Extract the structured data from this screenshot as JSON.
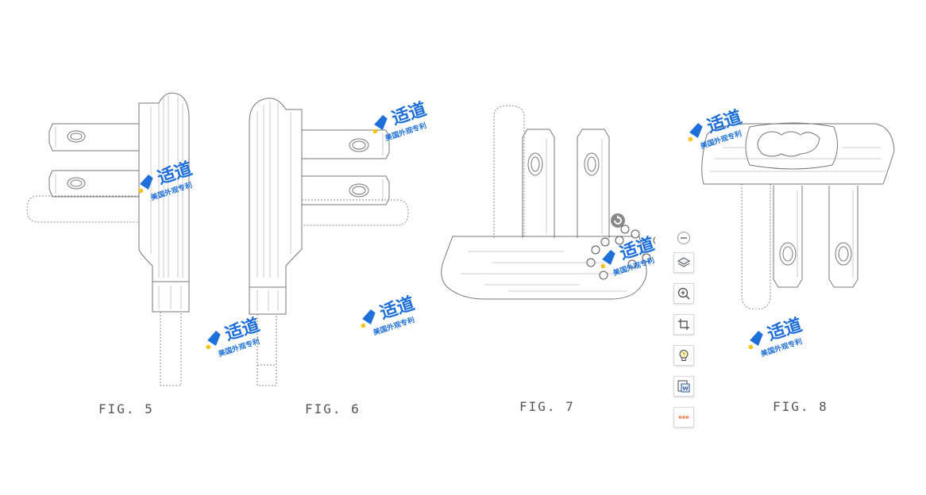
{
  "figures": [
    {
      "id": "fig5",
      "label": "FIG. 5"
    },
    {
      "id": "fig6",
      "label": "FIG. 6"
    },
    {
      "id": "fig7",
      "label": "FIG. 7"
    },
    {
      "id": "fig8",
      "label": "FIG. 8"
    }
  ],
  "watermark": {
    "logo_text": "适道",
    "caption": "美国外观专利",
    "brand_color": "#1e6fd9",
    "accent_color": "#f3c31b"
  },
  "toolbar": {
    "buttons": [
      {
        "name": "collapse-toolbar-button",
        "icon": "minus-circle-icon"
      },
      {
        "name": "layers-button",
        "icon": "layers-icon"
      },
      {
        "name": "zoom-in-button",
        "icon": "zoom-in-icon"
      },
      {
        "name": "crop-button",
        "icon": "crop-icon"
      },
      {
        "name": "idea-button",
        "icon": "lightbulb-icon"
      },
      {
        "name": "convert-to-word-button",
        "icon": "word-doc-icon"
      },
      {
        "name": "more-options-button",
        "icon": "more-dots-icon"
      }
    ]
  }
}
